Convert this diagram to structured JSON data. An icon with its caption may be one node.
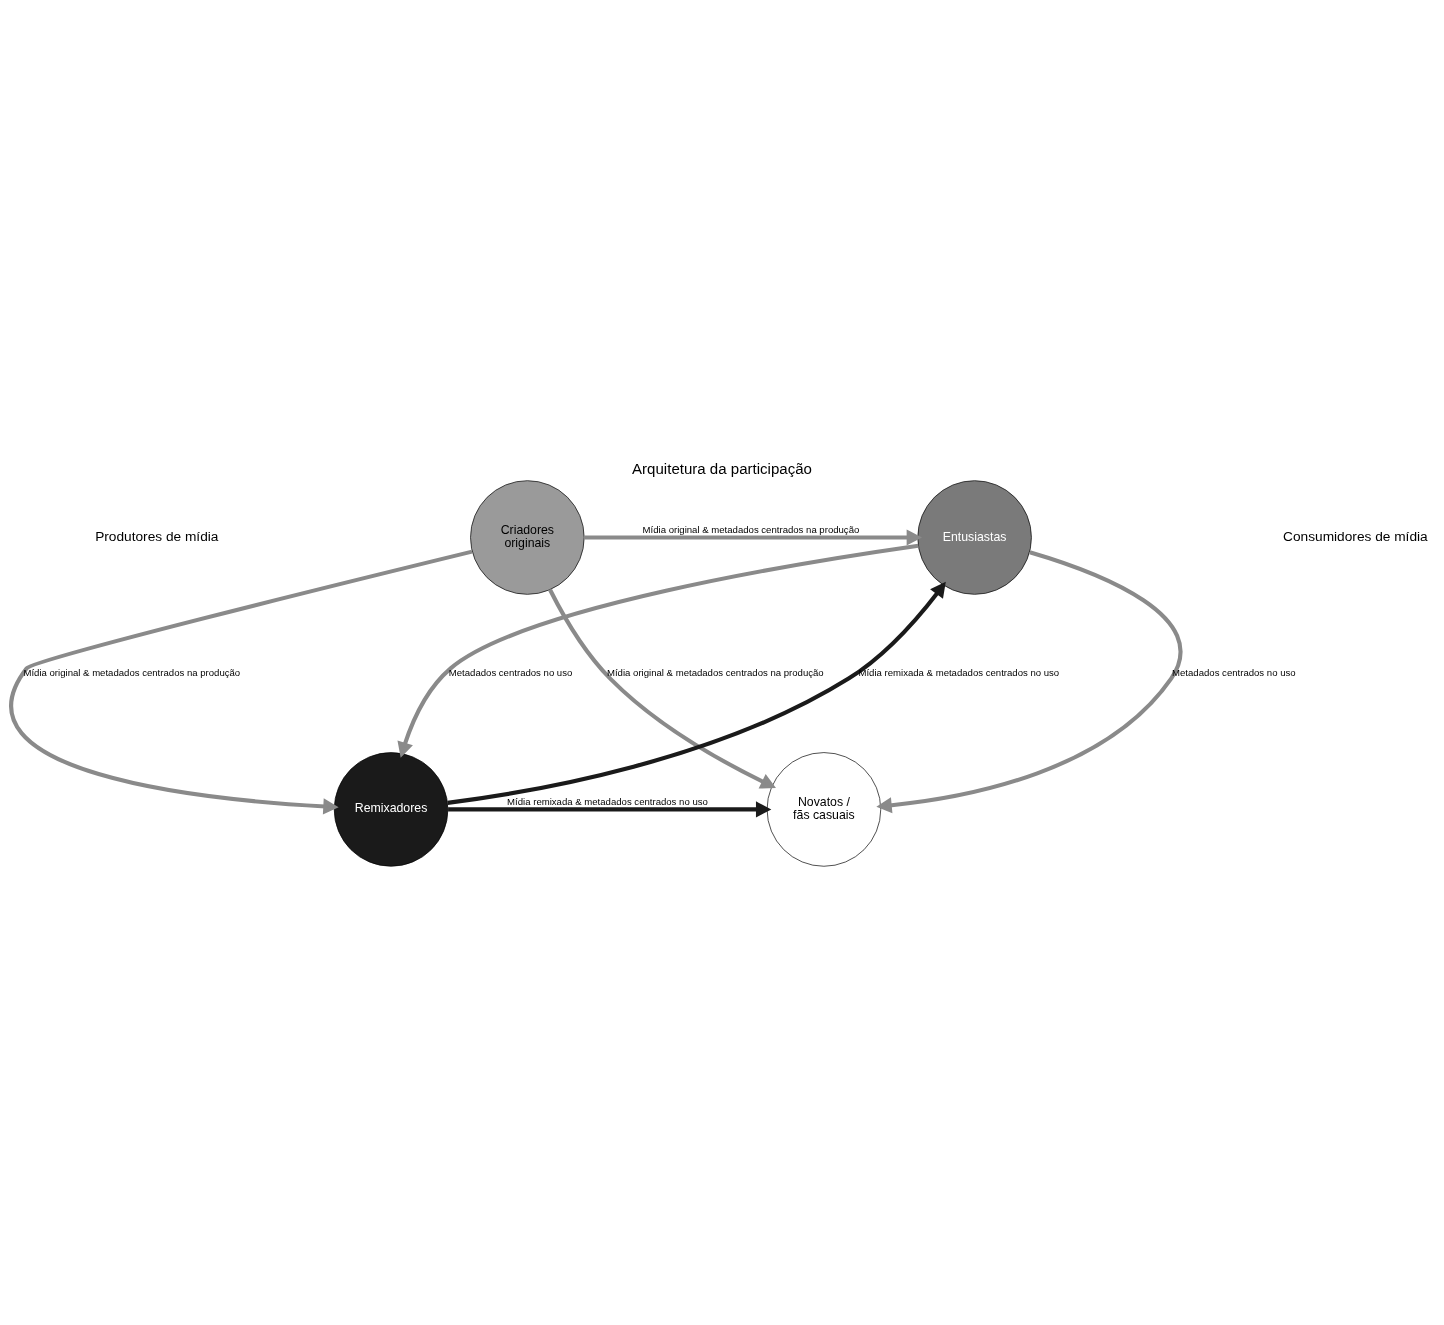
{
  "diagram": {
    "title": "Arquitetura da participação",
    "nodes": [
      {
        "text": [
          "Criadores originais"
        ]
      },
      {
        "text": [
          "Entusiastas"
        ]
      },
      {
        "text": [
          "Remixadores"
        ]
      },
      {
        "text": [
          "Novatos / fãs casuais"
        ]
      }
    ],
    "edges": [
      {
        "from": 0,
        "to": 1,
        "arrow": "to",
        "label": "Mídia original & metadados centrados na produção"
      },
      {
        "from": 0,
        "to": 2,
        "arrow": "to",
        "label": "Mídia original & metadados centrados na produção"
      },
      {
        "from": 0,
        "to": 3,
        "arrow": "to",
        "label": "Mídia original & metadados centrados na produção"
      },
      {
        "from": 2,
        "to": 1,
        "arrow": "to",
        "label": "Mídia remixada & metadados centrados no uso",
        "color": "#1a1a1a"
      },
      {
        "from": 1,
        "to": 2,
        "arrow": "to",
        "label": "Metadados centrados no uso"
      },
      {
        "from": 1,
        "to": 3,
        "arrow": "to",
        "label": "Metadados centrados no uso"
      },
      {
        "from": 2,
        "to": 3,
        "arrow": "to",
        "label": "Mídia remixada & metadados centrados no uso",
        "color": "#1a1a1a"
      }
    ],
    "labels": [
      "Produtores de mídia",
      "Consumidores de mídia"
    ]
  }
}
